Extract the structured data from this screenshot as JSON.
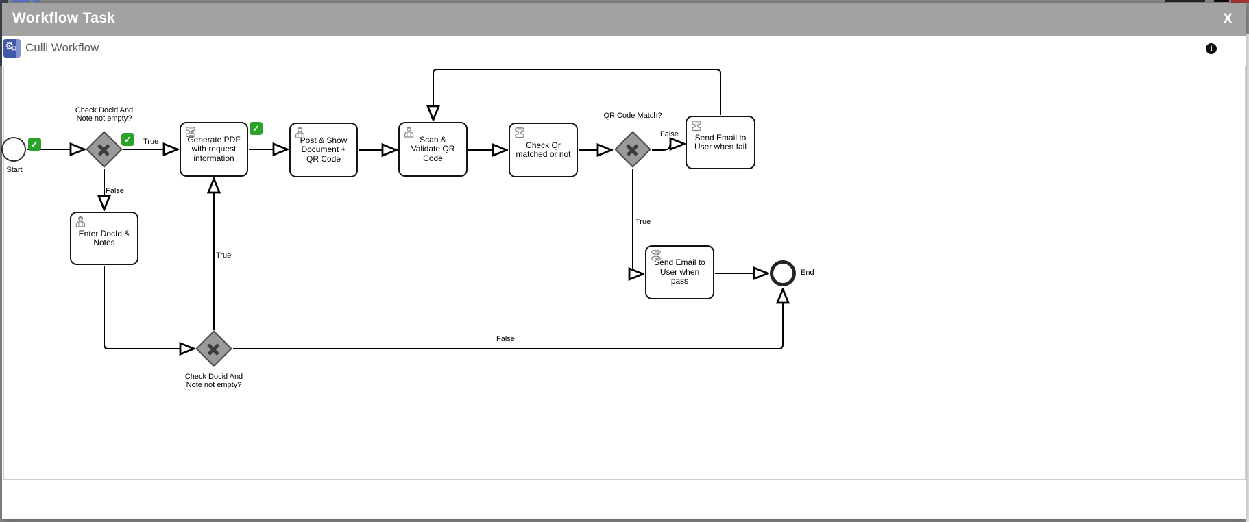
{
  "window": {
    "title": "Workflow Task",
    "close_glyph": "X"
  },
  "header": {
    "app_name": "Culli Workflow",
    "gear_glyph": "⚙",
    "info_glyph": "i"
  },
  "diagram": {
    "check_glyph": "✓",
    "start": {
      "label": "Start"
    },
    "end": {
      "label": "End"
    },
    "tasks": [
      {
        "label": "Generate PDF with request information",
        "type": "script"
      },
      {
        "label": "Post & Show Document + QR Code",
        "type": "user"
      },
      {
        "label": "Scan & Validate QR Code",
        "type": "user"
      },
      {
        "label": "Check Qr matched or not",
        "type": "script"
      },
      {
        "label": "Send Email to User when fail",
        "type": "script"
      },
      {
        "label": "Send Email to User when pass",
        "type": "script"
      },
      {
        "label": "Enter DocId & Notes",
        "type": "user"
      }
    ],
    "gateways": [
      {
        "label": "Check Docid And\nNote not empty?"
      },
      {
        "label": "QR Code Match?"
      },
      {
        "label": "Check Docid And\nNote not empty?"
      }
    ],
    "flow_labels": {
      "gw1_true": "True",
      "gw1_false": "False",
      "gw2_false": "False",
      "gw2_true": "True",
      "gw3_true": "True",
      "gw3_false": "False"
    }
  }
}
